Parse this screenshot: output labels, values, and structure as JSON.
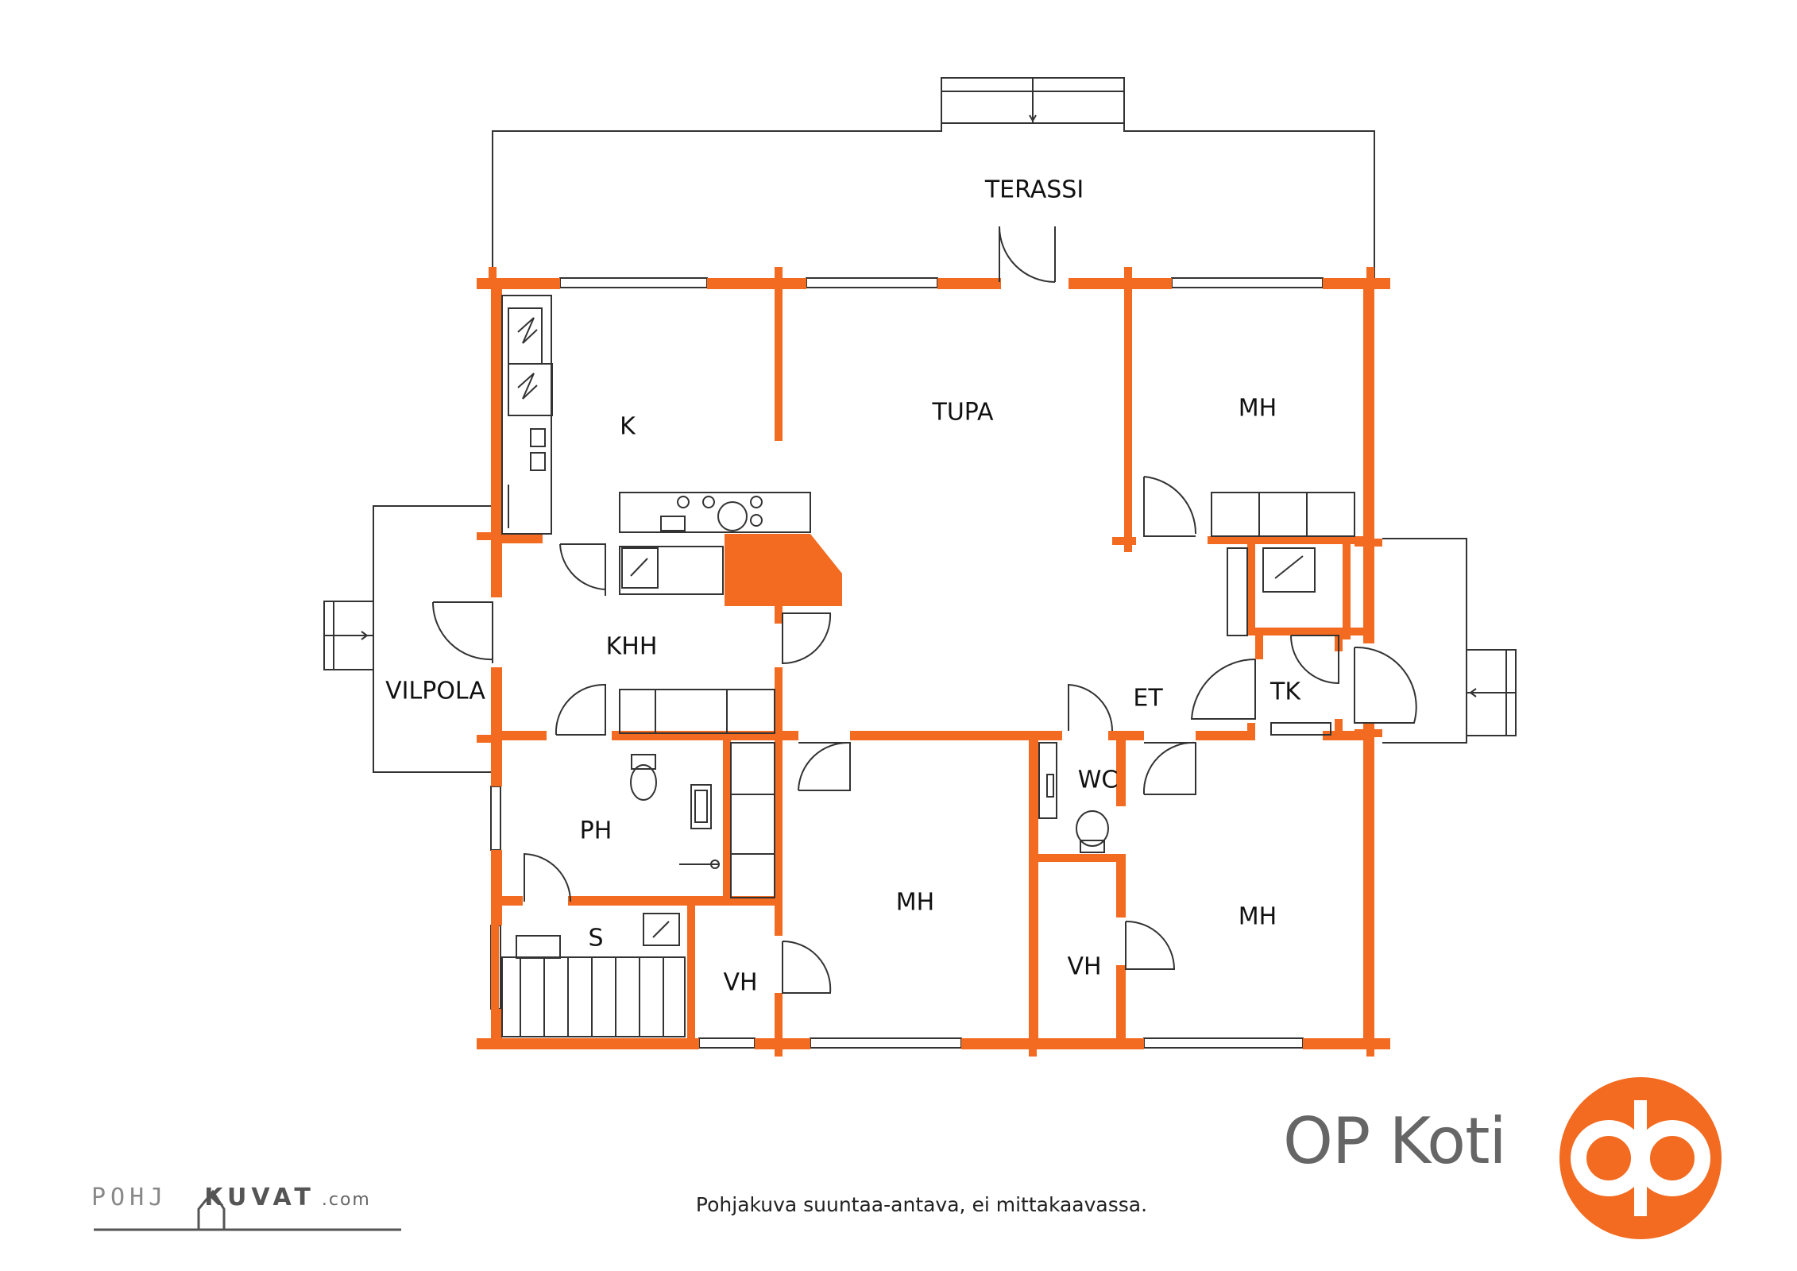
{
  "rooms": {
    "terassi": "TERASSI",
    "k": "K",
    "tupa": "TUPA",
    "mh_top": "MH",
    "khh": "KHH",
    "vilpola": "VILPOLA",
    "et": "ET",
    "tk": "TK",
    "wc": "WC",
    "ph": "PH",
    "s": "S",
    "vh_left": "VH",
    "mh_mid": "MH",
    "vh_right": "VH",
    "mh_right": "MH"
  },
  "footer": {
    "disclaimer": "Pohjakuva suuntaa-antava, ei mittakaavassa.",
    "brand": "OP Koti",
    "pk_left": "POHJ",
    "pk_right": "KUVAT",
    "pk_com": ".com"
  },
  "colors": {
    "wall": "#F26B21",
    "line": "#333333",
    "brand_orange": "#F26B21",
    "brand_gray": "#666666"
  }
}
